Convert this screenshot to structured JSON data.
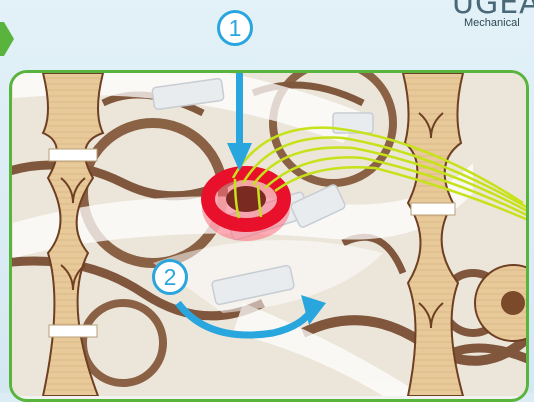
{
  "header": {
    "logo_fragment": "UGEA",
    "subtitle": "Mechanical"
  },
  "steps": [
    {
      "number": "1"
    },
    {
      "number": "2"
    }
  ],
  "colors": {
    "accent_green": "#59b43d",
    "arrow_blue": "#29a6de",
    "highlight_red": "#e8102a",
    "wood": "#e8c99a",
    "wood_dark": "#6e3f22",
    "rubber_band": "#c6e21a"
  },
  "icons": {
    "edge_marker": "green-chevron-icon",
    "arrow_down": "arrow-down-icon",
    "arrow_rotate": "rotate-arrow-icon"
  }
}
